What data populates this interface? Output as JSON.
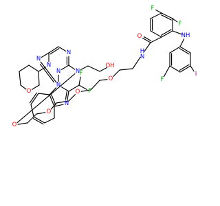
{
  "molecule": {
    "background": "#ffffff",
    "bond_color": "#000000",
    "element_colors": {
      "C": "#000000",
      "N": "#0000ff",
      "O": "#ff0000",
      "F": "#00aa00",
      "I": "#940094",
      "H": "#000000"
    },
    "atom_labels": [
      {
        "id": "F_top",
        "text": "F",
        "element": "F"
      },
      {
        "id": "F_right",
        "text": "F",
        "element": "F"
      },
      {
        "id": "NH_aniline",
        "text": "NH",
        "element": "N"
      },
      {
        "id": "I_iodo",
        "text": "I",
        "element": "I"
      },
      {
        "id": "F_aniline",
        "text": "F",
        "element": "F"
      },
      {
        "id": "O_carbonyl",
        "text": "O",
        "element": "O"
      },
      {
        "id": "HN_amide",
        "text": "H\nN",
        "element": "N"
      },
      {
        "id": "O_chain1",
        "text": "O",
        "element": "O"
      },
      {
        "id": "O_chain2",
        "text": "O",
        "element": "O"
      },
      {
        "id": "O_chain3",
        "text": "O",
        "element": "O"
      },
      {
        "id": "O_chain4",
        "text": "O",
        "element": "O"
      },
      {
        "id": "O_morph",
        "text": "O",
        "element": "O"
      },
      {
        "id": "N_morph",
        "text": "N",
        "element": "N"
      },
      {
        "id": "N_tri_top",
        "text": "N",
        "element": "N"
      },
      {
        "id": "N_tri_left",
        "text": "N",
        "element": "N"
      },
      {
        "id": "N_tri_bottom",
        "text": "N",
        "element": "N"
      },
      {
        "id": "N_amine",
        "text": "N",
        "element": "N"
      },
      {
        "id": "OH",
        "text": "OH",
        "element": "O"
      },
      {
        "id": "N_bzim1",
        "text": "N",
        "element": "N"
      },
      {
        "id": "N_bzim3",
        "text": "N",
        "element": "N"
      },
      {
        "id": "F_chf2a",
        "text": "F",
        "element": "F"
      },
      {
        "id": "F_chf2b",
        "text": "F",
        "element": "F"
      }
    ]
  }
}
